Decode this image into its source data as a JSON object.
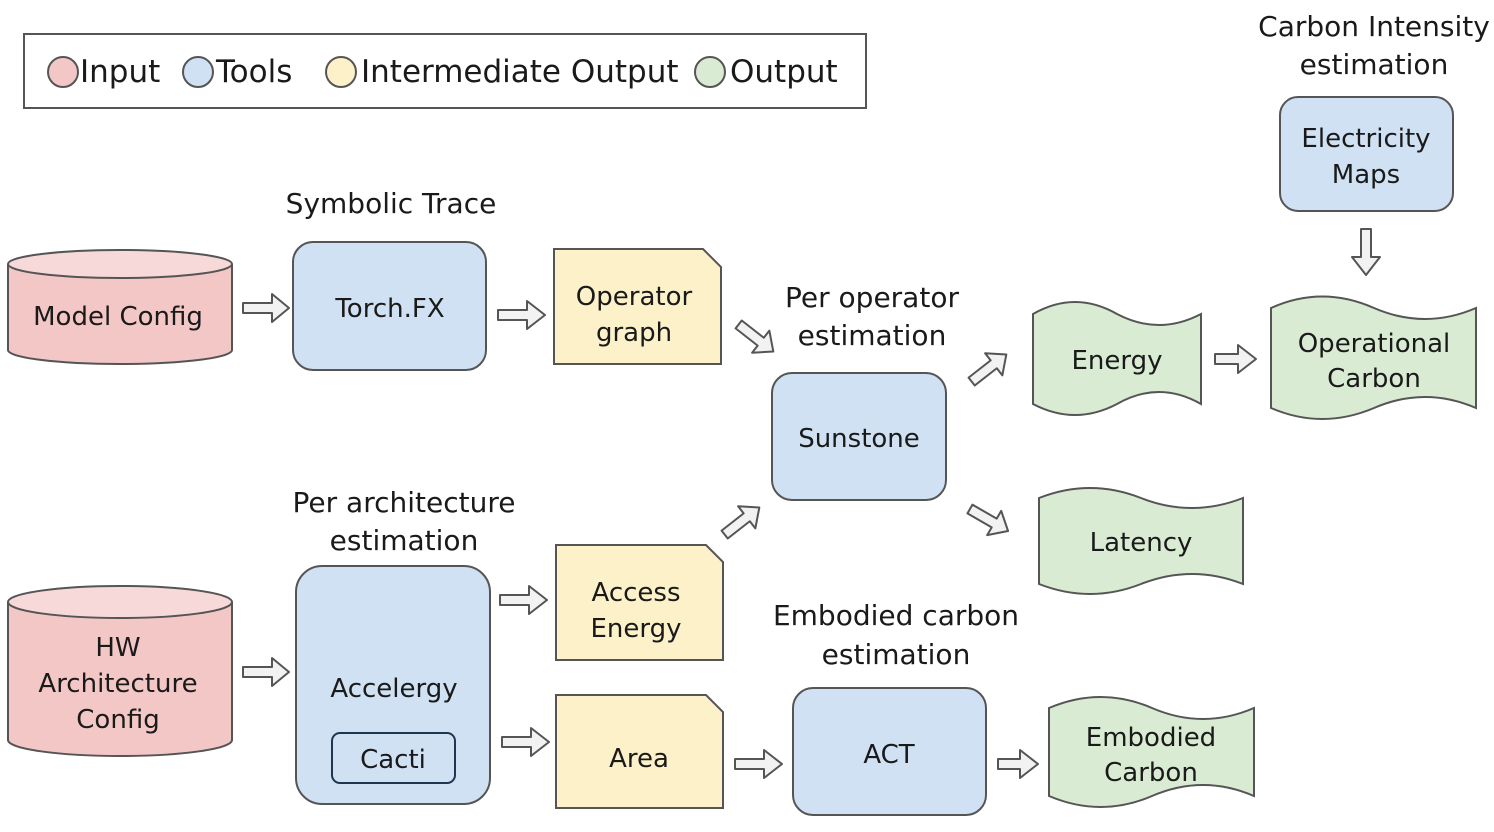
{
  "legend": {
    "items": [
      {
        "label": "Input",
        "color": "#f4c7c7"
      },
      {
        "label": "Tools",
        "color": "#cfe1f3"
      },
      {
        "label": "Intermediate Output",
        "color": "#fdf1c9"
      },
      {
        "label": "Output",
        "color": "#d9ebd3"
      }
    ]
  },
  "captions": {
    "symbolic_trace": "Symbolic Trace",
    "per_operator": [
      "Per operator",
      "estimation"
    ],
    "per_architecture": [
      "Per architecture",
      "estimation"
    ],
    "embodied": [
      "Embodied carbon",
      "estimation"
    ],
    "carbon_intensity": [
      "Carbon Intensity",
      "estimation"
    ]
  },
  "nodes": {
    "model_config": [
      "Model Config"
    ],
    "hw_config": [
      "HW",
      "Architecture",
      "Config"
    ],
    "torch_fx": [
      "Torch.FX"
    ],
    "operator_graph": [
      "Operator",
      "graph"
    ],
    "sunstone": [
      "Sunstone"
    ],
    "accelergy": [
      "Accelergy"
    ],
    "cacti": [
      "Cacti"
    ],
    "access_energy": [
      "Access",
      "Energy"
    ],
    "area": [
      "Area"
    ],
    "act": [
      "ACT"
    ],
    "energy": [
      "Energy"
    ],
    "latency": [
      "Latency"
    ],
    "operational_carbon": [
      "Operational",
      "Carbon"
    ],
    "embodied_carbon": [
      "Embodied",
      "Carbon"
    ],
    "electricity_maps": [
      "Electricity",
      "Maps"
    ]
  }
}
